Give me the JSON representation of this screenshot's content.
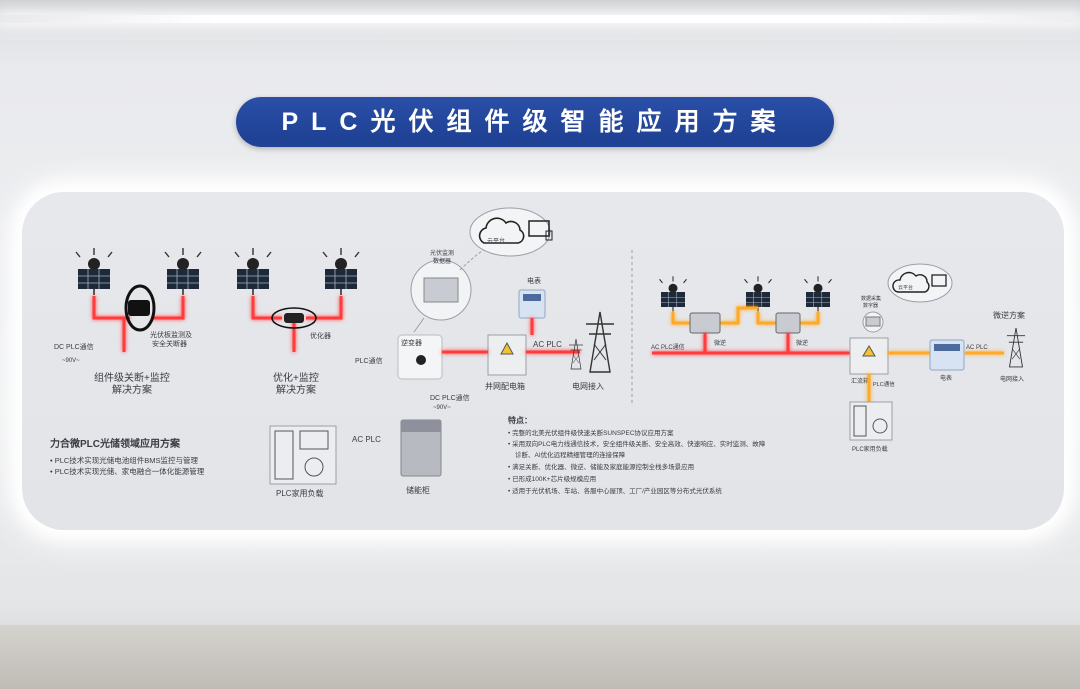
{
  "banner": {
    "title": "PLC光伏组件级智能应用方案"
  },
  "left": {
    "dc_plc": "DC PLC通信",
    "monitor_label": "光伏板监测及\n安全关断器",
    "solution1": "组件级关断+监控\n解决方案",
    "optimizer": "优化器",
    "solution2": "优化+监控\n解决方案",
    "plc_comm": "PLC通信",
    "inverter": "逆变器",
    "data_collector": "光伏监测\n数据器",
    "cloud": "云平台",
    "meter": "电表",
    "ac_plc": "AC PLC",
    "grid_box": "并网配电箱",
    "grid_access": "电网接入",
    "dc_plc_storage": "DC PLC通信",
    "storage_ac_plc": "AC PLC",
    "storage": "储能柜",
    "appliance": "PLC家用负载"
  },
  "bottom_left": {
    "heading": "力合微PLC光储领域应用方案",
    "bullets": [
      "PLC技术实现光储电池组件BMS监控与管理",
      "PLC技术实现光储、家电融合一体化能源管理"
    ]
  },
  "features": {
    "heading": "特点：",
    "bullets": [
      "完整的北美光伏组件级快速关断SUNSPEC协议应用方案",
      "采用双向PLC电力线通信技术，安全组件级关断、安全高效、快速响应、实时监测、故障",
      "诊断、AI优化远程精细管理的连接保障",
      "满足关断、优化器、微逆、储能及家庭能源控制全栈多场景应用",
      "已形成100K+芯片级规模应用",
      "适用于光伏机场、车站、各服中心屋顶、工厂/产业园区等分布式光伏系统"
    ]
  },
  "right": {
    "ac_plc": "AC PLC通信",
    "micro1": "微逆",
    "micro2": "微逆",
    "data_collector": "数据采集\n数字器",
    "cloud": "云平台",
    "solution": "微逆方案",
    "ac_plc2": "AC PLC",
    "grid_access": "电网接入",
    "distribution": "汇流箱",
    "meter": "电表",
    "plc_comm": "PLC通信",
    "appliance": "PLC家用负载"
  }
}
